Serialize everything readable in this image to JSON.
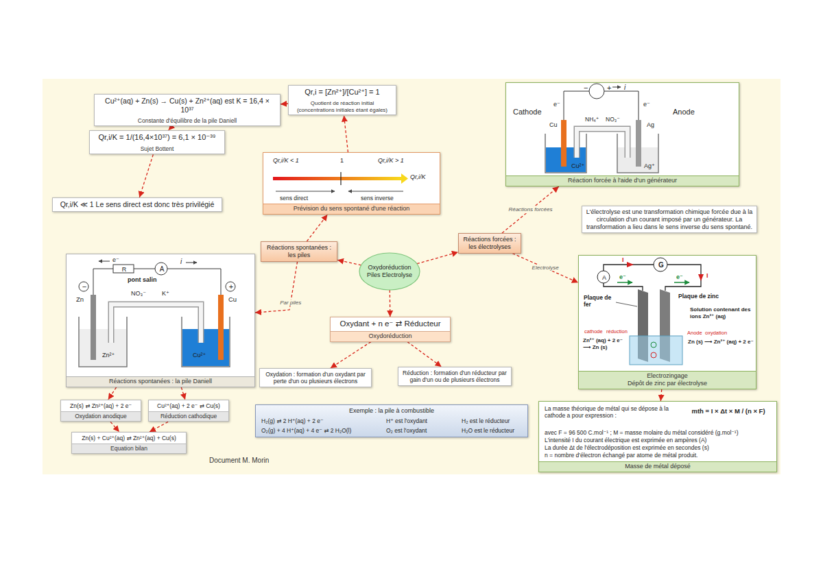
{
  "diagram": {
    "nodes": [
      {
        "text": [
          "Cu²⁺(aq) + Zn(s) → Cu(s) + Zn²⁺(aq) est K = 16,4 × 10³⁷",
          "Constante d'équilibre de la pile Daniell"
        ]
      },
      {
        "text": [
          "Qr,i = [Zn²⁺]/[Cu²⁺] = 1",
          "Quotient de réaction initial (concentrations initiales étant égales)"
        ]
      },
      {
        "text": [
          "Qr,i/K = 1/(16,4×10³⁷) = 6,1 × 10⁻³⁹",
          "Sujet Bottent"
        ]
      },
      {
        "text": [
          "Qr,i/K < 1",
          "1",
          "Qr,i/K > 1",
          "Qr,i/K",
          "sens direct",
          "sens inverse",
          "Prévision du sens spontané d'une réaction"
        ]
      },
      {
        "text": [
          "Qr,i/K ≪ 1 Le sens direct est donc très privilégié"
        ]
      },
      {
        "text": [
          "Cathode",
          "Anode",
          "e⁻",
          "e⁻",
          "i",
          "−",
          "+",
          "Cu",
          "NH₄⁺",
          "NO₃⁻",
          "Ag",
          "Cu²⁺",
          "Ag⁺",
          "Réaction forcée à l'aide d'un générateur"
        ]
      },
      {
        "text": [
          "L'électrolyse est une transformation chimique forcée due à la circulation d'un courant imposé par un générateur. La transformation a lieu dans le sens inverse du sens spontané."
        ]
      },
      {
        "text": [
          "Réactions forcées : les électrolyses"
        ]
      },
      {
        "text": [
          "Réactions spontanées : les piles"
        ]
      },
      {
        "text": [
          "Oxydoréduction Piles Electrolyse"
        ]
      },
      {
        "text": [
          "e⁻",
          "R",
          "A",
          "i",
          "pont salin",
          "−",
          "+",
          "Zn",
          "Cu",
          "NO₃⁻",
          "K⁺",
          "Zn²⁺",
          "Cu²⁺",
          "Réactions spontanées : la pile Daniell"
        ]
      },
      {
        "text": [
          "I",
          "I",
          "A",
          "G",
          "e⁻",
          "e⁻",
          "Plaque de fer",
          "Plaque de zinc",
          "Solution contenant des ions Zn²⁺ (aq)",
          "cathode",
          "réduction",
          "Anode",
          "oxydation",
          "Zn²⁺ (aq) + 2 e⁻ ⟶ Zn (s)",
          "Zn (s) ⟶ Zn²⁺ (aq) + 2 e⁻",
          "Electrozingage",
          "Dépôt de zinc par électrolyse"
        ]
      },
      {
        "text": [
          "Oxydant + n e⁻ ⇄ Réducteur",
          "Oxydoréduction"
        ]
      },
      {
        "text": [
          "Oxydation : formation d'un oxydant par perte d'un ou plusieurs électrons"
        ]
      },
      {
        "text": [
          "Réduction : formation d'un réducteur par gain d'un ou de plusieurs électrons"
        ]
      },
      {
        "text": [
          "Zn(s) ⇄ Zn²⁺(aq) + 2 e⁻",
          "Oxydation anodique"
        ]
      },
      {
        "text": [
          "Cu²⁺(aq) + 2 e⁻ ⇄ Cu(s)",
          "Réduction cathodique"
        ]
      },
      {
        "text": [
          "Exemple : la pile à combustible",
          "H₂(g) ⇄ 2 H⁺(aq) + 2 e⁻",
          "H⁺ est l'oxydant",
          "H₂ est le réducteur",
          "O₂(g) + 4 H⁺(aq) + 4 e⁻ ⇄ 2 H₂O(l)",
          "O₂ est l'oxydant",
          "H₂O est le réducteur"
        ]
      },
      {
        "text": [
          "La masse théorique de métal qui se dépose à la cathode a pour expression :",
          "mth = I × Δt × M / (n × F)",
          "avec F = 96 500 C.mol⁻¹ ; M = masse molaire du métal considéré (g.mol⁻¹)",
          "L'intensité I du courant électrique est exprimée en ampères (A)",
          "La durée Δt de l'électrodéposition est exprimée en secondes (s)",
          "n = nombre d'électron échangé par atome de métal produit.",
          "Masse de métal déposé"
        ]
      },
      {
        "text": [
          "Zn(s) + Cu²⁺(aq) ⇄ Zn²⁺(aq) + Cu(s)",
          "Equation bilan"
        ]
      }
    ],
    "edges": [
      {
        "from": 9,
        "to": 8,
        "arrow": "to"
      },
      {
        "from": 9,
        "to": 7,
        "arrow": "to"
      },
      {
        "from": 9,
        "to": 12,
        "arrow": "to"
      },
      {
        "from": 12,
        "to": 13,
        "arrow": "to"
      },
      {
        "from": 12,
        "to": 14,
        "arrow": "to"
      },
      {
        "from": 8,
        "to": 3,
        "arrow": "to"
      },
      {
        "from": 3,
        "to": 1,
        "arrow": "to"
      },
      {
        "from": 1,
        "to": 0,
        "arrow": "to"
      },
      {
        "from": 0,
        "to": 2,
        "arrow": "to"
      },
      {
        "from": 2,
        "to": 4,
        "arrow": "to"
      },
      {
        "from": 8,
        "to": 10,
        "label": "Par piles",
        "arrow": "to"
      },
      {
        "from": 10,
        "to": 15,
        "arrow": "to"
      },
      {
        "from": 10,
        "to": 16,
        "arrow": "to"
      },
      {
        "from": 15,
        "to": 19,
        "arrow": "to"
      },
      {
        "from": 16,
        "to": 19,
        "arrow": "to"
      },
      {
        "from": 7,
        "to": 5,
        "label": "Réactions forcées",
        "arrow": "to"
      },
      {
        "from": 7,
        "to": 11,
        "label": "Electrolyse",
        "arrow": "to"
      },
      {
        "from": 11,
        "to": 18,
        "arrow": "to"
      }
    ],
    "labels": [
      "Document M. Morin"
    ]
  }
}
